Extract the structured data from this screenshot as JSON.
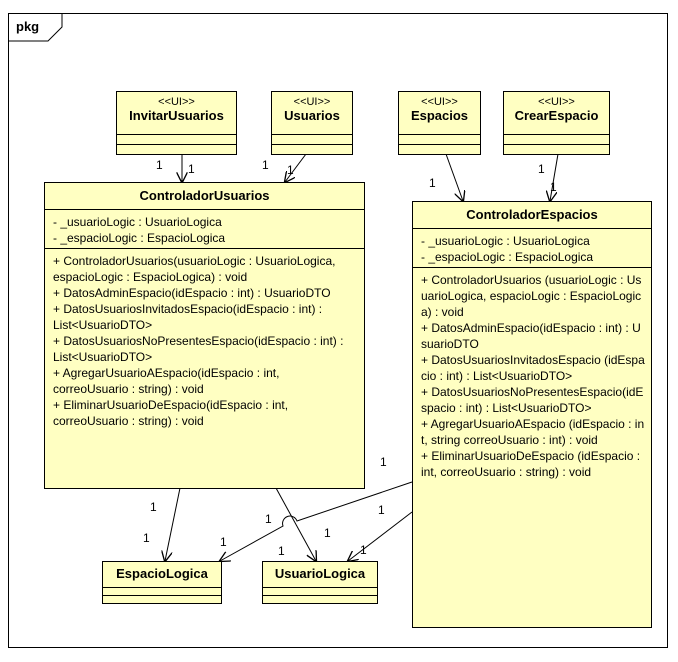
{
  "frame": {
    "label": "pkg"
  },
  "classes": {
    "invitar": {
      "stereotype": "<<UI>>",
      "name": "InvitarUsuarios"
    },
    "usuarios": {
      "stereotype": "<<UI>>",
      "name": "Usuarios"
    },
    "espacios": {
      "stereotype": "<<UI>>",
      "name": "Espacios"
    },
    "crear": {
      "stereotype": "<<UI>>",
      "name": "CrearEspacio"
    },
    "ctrlUsuarios": {
      "name": "ControladorUsuarios",
      "attributes": [
        "- _usuarioLogic : UsuarioLogica",
        "- _espacioLogic : EspacioLogica"
      ],
      "operations": [
        "+ ControladorUsuarios(usuarioLogic : UsuarioLogica, espacioLogic : EspacioLogica) : void",
        "+ DatosAdminEspacio(idEspacio : int) : UsuarioDTO",
        "+ DatosUsuariosInvitadosEspacio(idEspacio : int) : List<UsuarioDTO>",
        "+ DatosUsuariosNoPresentesEspacio(idEspacio : int) : List<UsuarioDTO>",
        "+ AgregarUsuarioAEspacio(idEspacio : int, correoUsuario : string) : void",
        "+ EliminarUsuarioDeEspacio(idEspacio : int, correoUsuario : string) : void"
      ]
    },
    "ctrlEspacios": {
      "name": "ControladorEspacios",
      "attributes": [
        "- _usuarioLogic : UsuarioLogica",
        "- _espacioLogic : EspacioLogica"
      ],
      "operations": [
        "+ ControladorUsuarios (usuarioLogic : UsuarioLogica, espacioLogic : EspacioLogica) : void",
        "+ DatosAdminEspacio(idEspacio : int) : UsuarioDTO",
        "+ DatosUsuariosInvitadosEspacio (idEspacio : int) : List<UsuarioDTO>",
        "+ DatosUsuariosNoPresentesEspacio(idEspacio : int) : List<UsuarioDTO>",
        "+ AgregarUsuarioAEspacio (idEspacio : int, string correoUsuario : int) : void",
        "+ EliminarUsuarioDeEspacio (idEspacio : int, correoUsuario : string) : void"
      ]
    },
    "espacioLogica": {
      "name": "EspacioLogica"
    },
    "usuarioLogica": {
      "name": "UsuarioLogica"
    }
  },
  "multiplicity": "1"
}
